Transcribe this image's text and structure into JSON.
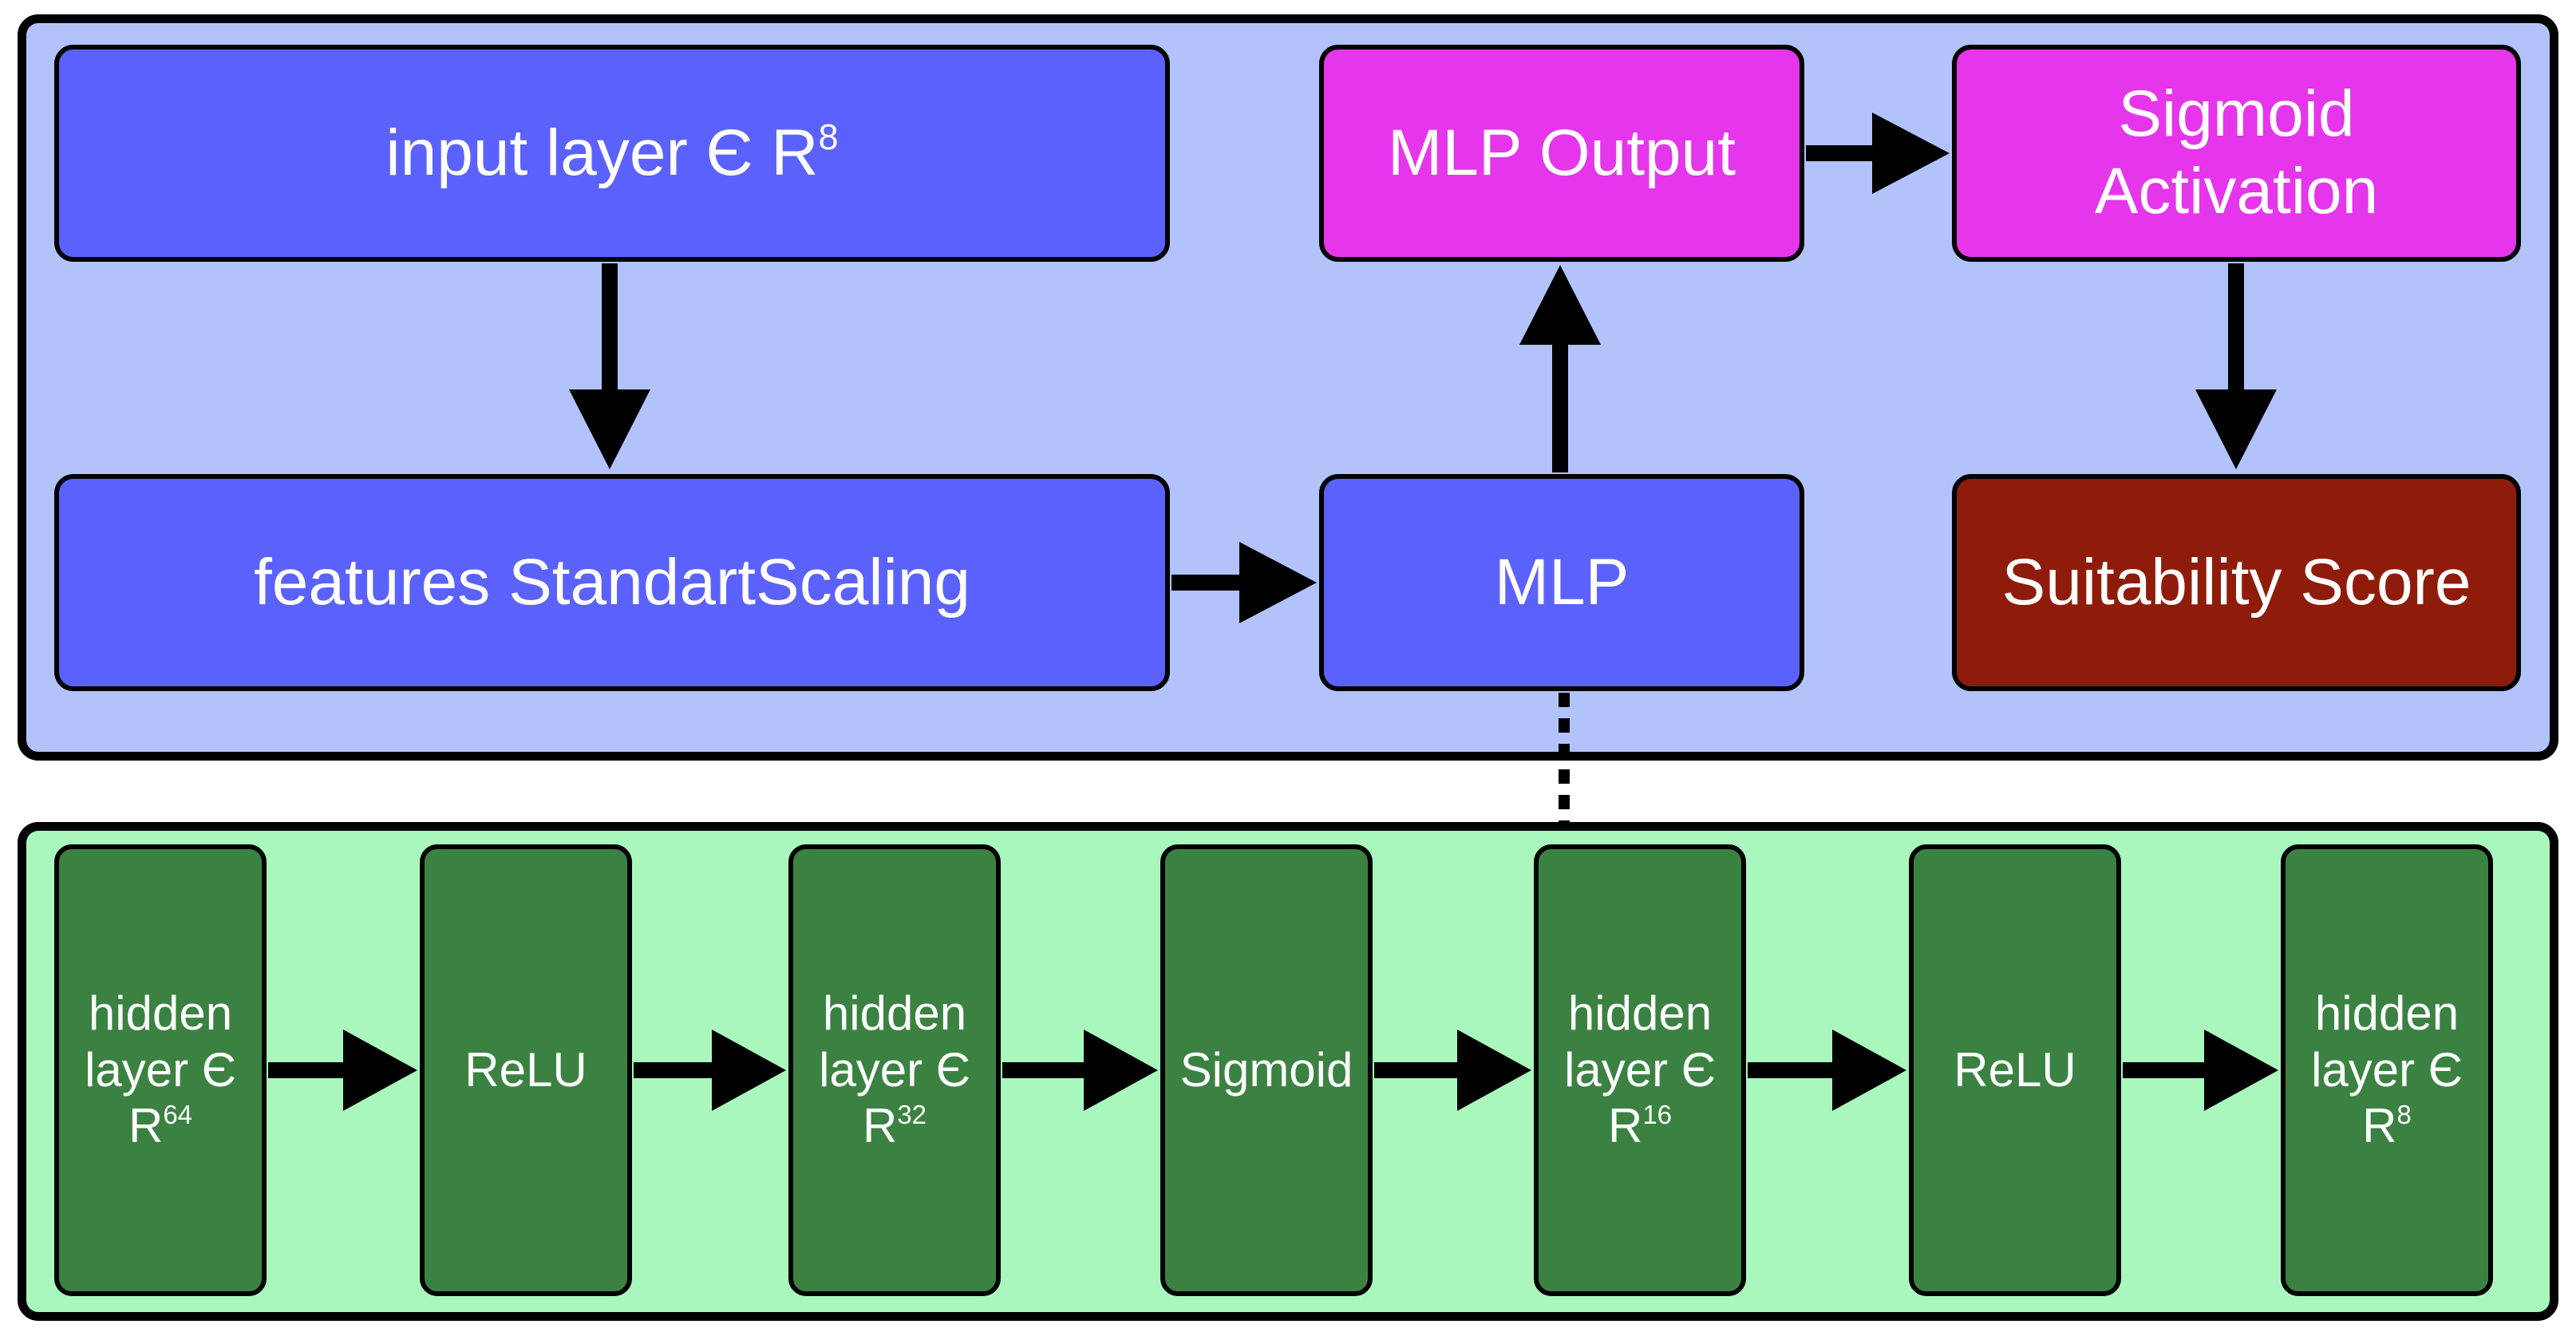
{
  "top": {
    "input_layer": {
      "text": "input layer Є R",
      "sup": "8"
    },
    "scaling": "features StandartScaling",
    "mlp": "MLP",
    "mlp_output": "MLP Output",
    "sigmoid_activation": [
      "Sigmoid",
      "Activation"
    ],
    "suitability_score": "Suitability Score"
  },
  "bottom": {
    "hidden1": {
      "lines": [
        "hidden",
        "layer Є"
      ],
      "base": "R",
      "sup": "64"
    },
    "relu1": "ReLU",
    "hidden2": {
      "lines": [
        "hidden",
        "layer Є"
      ],
      "base": "R",
      "sup": "32"
    },
    "sigmoid": "Sigmoid",
    "hidden3": {
      "lines": [
        "hidden",
        "layer Є"
      ],
      "base": "R",
      "sup": "16"
    },
    "relu2": "ReLU",
    "hidden4": {
      "lines": [
        "hidden",
        "layer Є"
      ],
      "base": "R",
      "sup": "8"
    }
  },
  "colors": {
    "top_panel_bg": "#b2c3fc",
    "bottom_panel_bg": "#aaf7bd",
    "blue_box": "#5b62fc",
    "magenta_box": "#e536eb",
    "red_box": "#8f1c0b",
    "green_box": "#3b8242",
    "outline": "#000000"
  }
}
